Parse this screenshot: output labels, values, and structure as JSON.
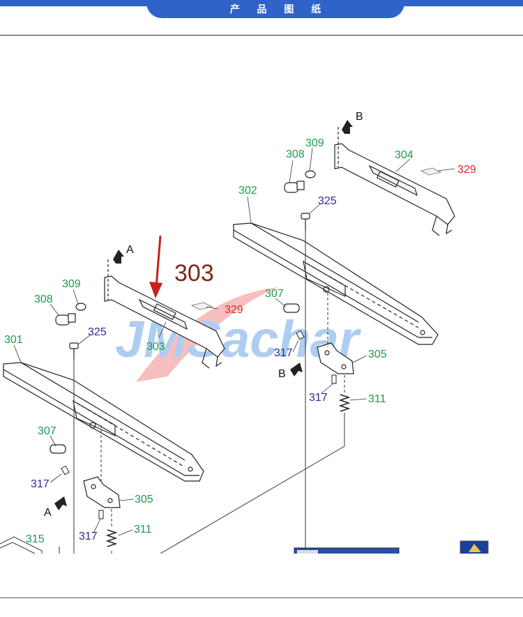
{
  "header": {
    "title": "产 品 图 纸"
  },
  "callout": {
    "highlight_label": "303",
    "arrow_color": "#c8201a"
  },
  "watermark": {
    "text": "JMSachar"
  },
  "colors": {
    "header_bg": "#2f63c8",
    "green_label": "#1a9c4a",
    "blue_label": "#2a2a9a",
    "red_label": "#d52a2a"
  },
  "labels": {
    "l301": "301",
    "l302": "302",
    "l303": "303",
    "l304": "304",
    "l305a": "305",
    "l305b": "305",
    "l307a": "307",
    "l307b": "307",
    "l308a": "308",
    "l308b": "308",
    "l309a": "309",
    "l309b": "309",
    "l311a": "311",
    "l311b": "311",
    "l315": "315",
    "l317a": "317",
    "l317b": "317",
    "l317c": "317",
    "l317d": "317",
    "l325a": "325",
    "l325b": "325",
    "l329a": "329",
    "l329b": "329",
    "lA1": "A",
    "lA2": "A",
    "lB1": "B",
    "lB2": "B"
  }
}
